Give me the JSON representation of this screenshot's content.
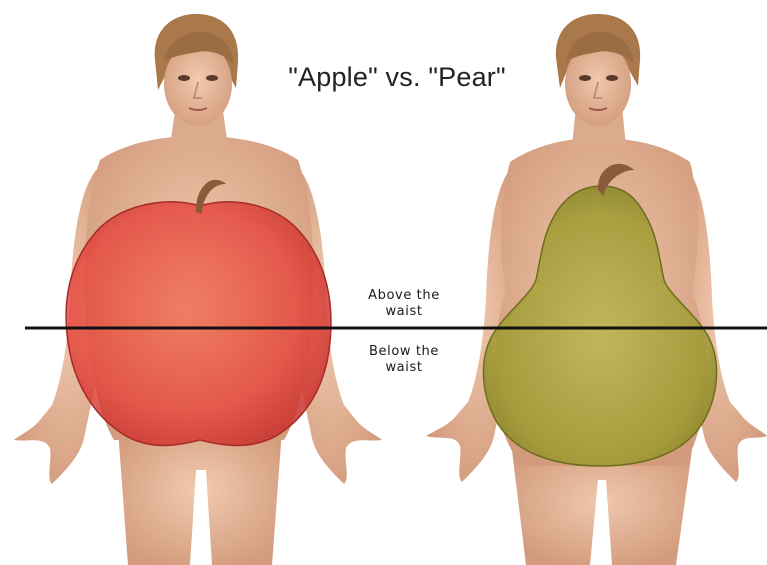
{
  "title": "\"Apple\" vs. \"Pear\"",
  "divider": {
    "above_label": [
      "Above the",
      "waist"
    ],
    "below_label": [
      "Below the",
      "waist"
    ]
  },
  "figures": [
    {
      "id": "apple",
      "overlay_shape": "apple",
      "overlay_color": "#e8433a"
    },
    {
      "id": "pear",
      "overlay_shape": "pear",
      "overlay_color": "#9a9a28"
    }
  ],
  "colors": {
    "skin": "#e4b79a",
    "skin_shadow": "#c88f72",
    "hair": "#a9784b",
    "waist_line": "#111111"
  }
}
